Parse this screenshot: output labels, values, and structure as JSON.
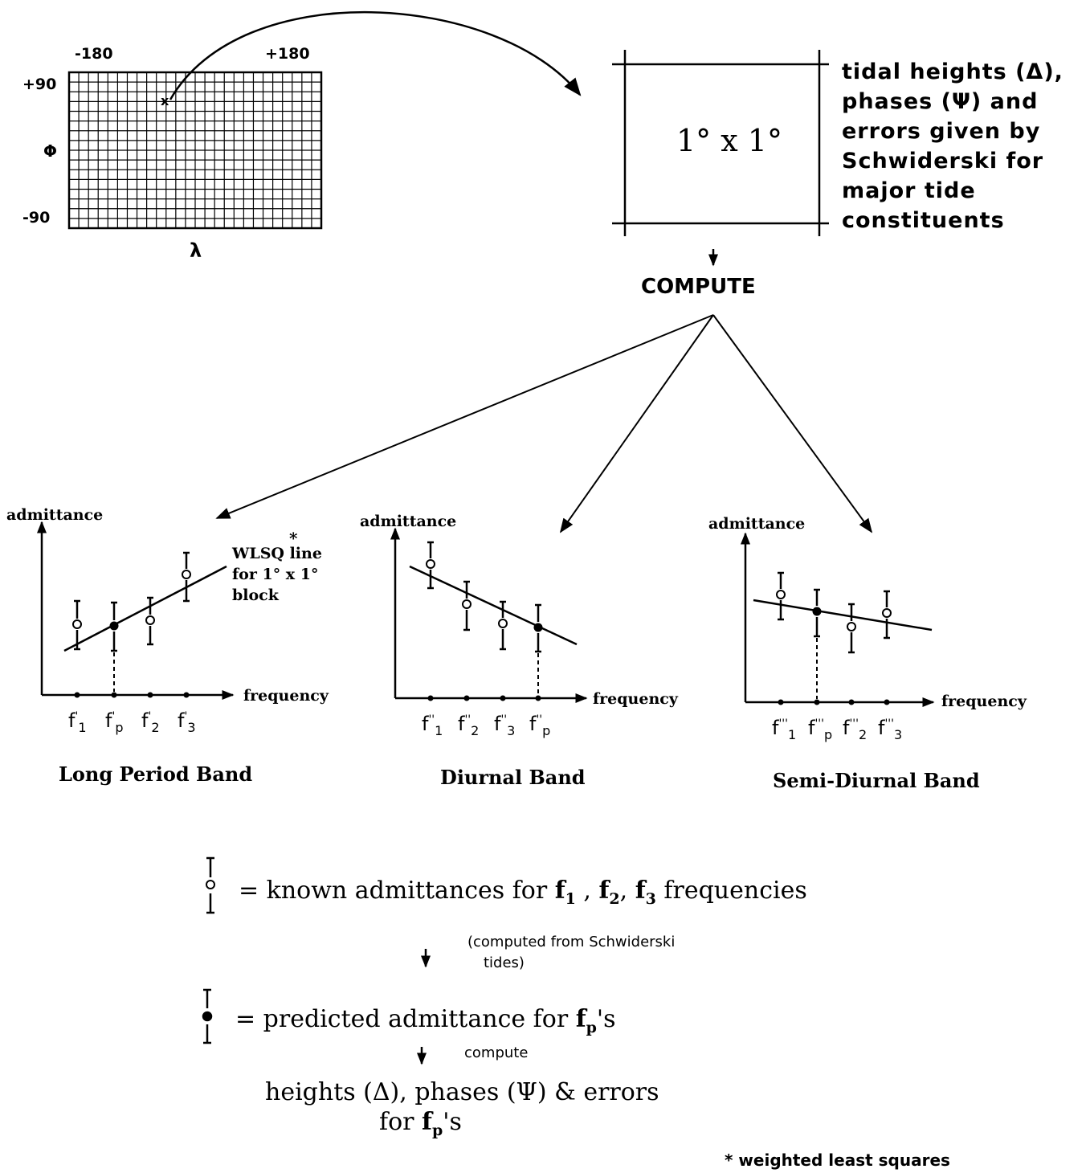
{
  "grid": {
    "lon_min": "-180",
    "lon_max": "+180",
    "lat_max": "+90",
    "lat_min": "-90",
    "lat_symbol": "Φ",
    "lon_symbol": "λ"
  },
  "block": {
    "label": "1° x 1°"
  },
  "tidal_text": [
    "tidal heights (Δ),",
    "phases (Ψ) and",
    "errors given by",
    "Schwiderski for",
    "major tide",
    "constituents"
  ],
  "compute_label": "COMPUTE",
  "bands": [
    {
      "title": "Long Period Band",
      "y_label": "admittance",
      "x_label": "frequency",
      "ticks": [
        {
          "base": "f",
          "prime": "'",
          "sub": "1"
        },
        {
          "base": "f",
          "prime": "'",
          "sub": "p"
        },
        {
          "base": "f",
          "prime": "'",
          "sub": "2"
        },
        {
          "base": "f",
          "prime": "'",
          "sub": "3"
        }
      ],
      "note": [
        "WLSQ line",
        "for 1° x 1°",
        "block"
      ],
      "note_mark": "*"
    },
    {
      "title": "Diurnal Band",
      "y_label": "admittance",
      "x_label": "frequency",
      "ticks": [
        {
          "base": "f",
          "prime": "''",
          "sub": "1"
        },
        {
          "base": "f",
          "prime": "''",
          "sub": "2"
        },
        {
          "base": "f",
          "prime": "''",
          "sub": "3"
        },
        {
          "base": "f",
          "prime": "''",
          "sub": "p"
        }
      ]
    },
    {
      "title": "Semi-Diurnal Band",
      "y_label": "admittance",
      "x_label": "frequency",
      "ticks": [
        {
          "base": "f",
          "prime": "'''",
          "sub": "1"
        },
        {
          "base": "f",
          "prime": "'''",
          "sub": "p"
        },
        {
          "base": "f",
          "prime": "'''",
          "sub": "2"
        },
        {
          "base": "f",
          "prime": "'''",
          "sub": "3"
        }
      ]
    }
  ],
  "legend": {
    "known_prefix": "= known admittances for ",
    "known_f": "f",
    "known_sub1": "1",
    "known_sep1": " , ",
    "known_sub2": "2",
    "known_sep2": ", ",
    "known_sub3": "3",
    "known_suffix": " frequencies",
    "computed_note_1": "(computed from Schwiderski",
    "computed_note_2": "tides)",
    "predicted_prefix": "= predicted admittance for ",
    "predicted_f": "f",
    "predicted_sub": "p",
    "predicted_suffix": "'s",
    "compute_note": "compute",
    "result_line1": "heights (Δ), phases (Ψ) & errors",
    "result_line2_prefix": "for ",
    "result_f": "f",
    "result_sub": "p",
    "result_suffix": "'s"
  },
  "footnote": "* weighted least squares"
}
